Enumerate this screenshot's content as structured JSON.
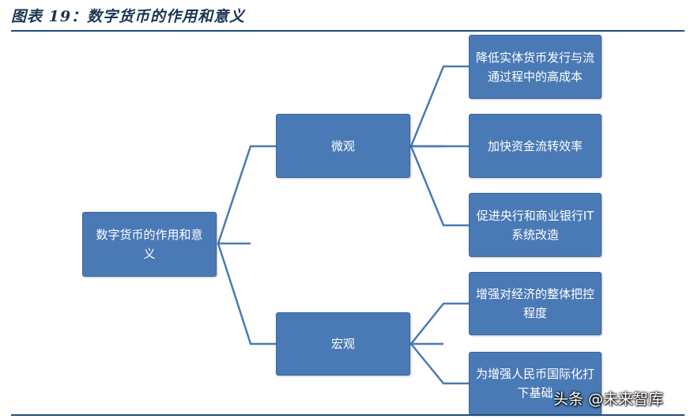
{
  "title": "图表 19：数字货币的作用和意义",
  "root": "数字货币的作用和意义",
  "branches": [
    {
      "label": "微观",
      "children": [
        "降低实体货币发行与流通过程中的高成本",
        "加快资金流转效率",
        "促进央行和商业银行IT系统改造"
      ]
    },
    {
      "label": "宏观",
      "children": [
        "增强对经济的整体把控程度",
        "为增强人民币国际化打下基础"
      ]
    }
  ],
  "watermark": "头条 @未来智库"
}
